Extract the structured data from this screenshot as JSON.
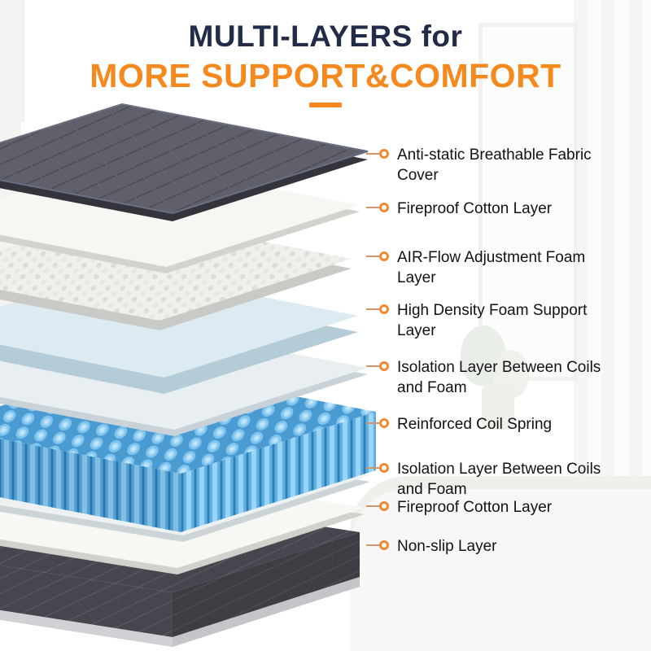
{
  "title": {
    "line1": "MULTI-LAYERS for",
    "line2": "MORE SUPPORT&COMFORT"
  },
  "callouts": [
    {
      "label": "Anti-static Breathable Fabric Cover"
    },
    {
      "label": "Fireproof Cotton Layer"
    },
    {
      "label": "AIR-Flow Adjustment Foam Layer"
    },
    {
      "label": "High Density Foam Support Layer"
    },
    {
      "label": "Isolation Layer Between Coils and Foam"
    },
    {
      "label": "Reinforced Coil Spring"
    },
    {
      "label": "Isolation Layer Between Coils and Foam"
    },
    {
      "label": "Fireproof Cotton Layer"
    },
    {
      "label": "Non-slip Layer"
    }
  ],
  "layers": [
    {
      "name": "fabric-cover",
      "color": "#60606a"
    },
    {
      "name": "fireproof-cotton-top",
      "color": "#f6f6f2"
    },
    {
      "name": "air-flow-foam",
      "color": "#efefec"
    },
    {
      "name": "high-density-foam",
      "color": "#dceaf1"
    },
    {
      "name": "isolation-top",
      "color": "#e9eef1"
    },
    {
      "name": "coil-spring",
      "color": "#5fb0e4"
    },
    {
      "name": "isolation-bottom",
      "color": "#eef1f2"
    },
    {
      "name": "fireproof-cotton-bottom",
      "color": "#f7f7f3"
    },
    {
      "name": "non-slip-base",
      "color": "#46464e"
    }
  ],
  "colors": {
    "title_dark": "#222b47",
    "accent_orange": "#f6891e",
    "bullet_ring": "#ef8a33",
    "connector_line": "#cf9668",
    "coil_blue": "#5fb0e4",
    "text": "#121212"
  }
}
